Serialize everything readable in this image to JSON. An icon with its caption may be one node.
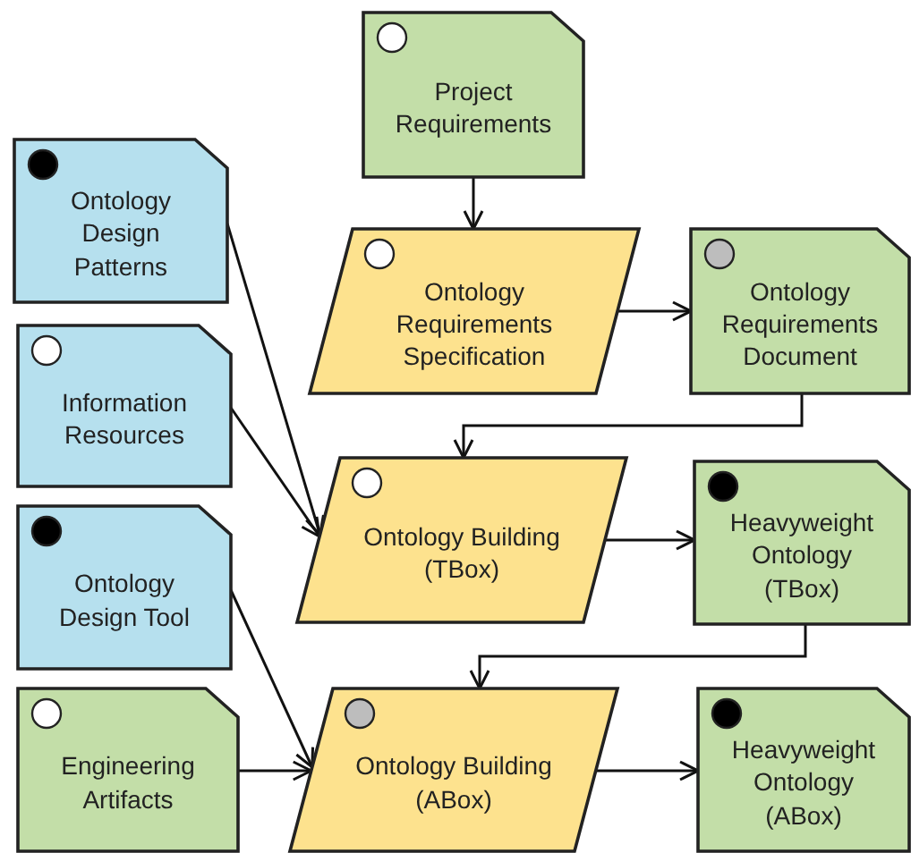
{
  "diagram": {
    "nodes": [
      {
        "text": [
          "Project Requirements"
        ]
      },
      {
        "text": [
          "Ontology Requirements Specification"
        ]
      },
      {
        "text": [
          "Ontology Requirements Document"
        ]
      },
      {
        "text": [
          "Ontology Design Patterns"
        ]
      },
      {
        "text": [
          "Information Resources"
        ]
      },
      {
        "text": [
          "Ontology Building (TBox)"
        ]
      },
      {
        "text": [
          "Heavyweight Ontology (TBox)"
        ]
      },
      {
        "text": [
          "Ontology Design Tool"
        ]
      },
      {
        "text": [
          "Engineering Artifacts"
        ]
      },
      {
        "text": [
          "Ontology Building (ABox)"
        ]
      },
      {
        "text": [
          "Heavyweight Ontology (ABox)"
        ]
      }
    ],
    "edges": [
      {
        "from": 0,
        "to": 1,
        "arrow": "to"
      },
      {
        "from": 1,
        "to": 2,
        "arrow": "to"
      },
      {
        "from": 2,
        "to": 5,
        "arrow": "to"
      },
      {
        "from": 3,
        "to": 5,
        "arrow": "to"
      },
      {
        "from": 4,
        "to": 5,
        "arrow": "to"
      },
      {
        "from": 5,
        "to": 6,
        "arrow": "to"
      },
      {
        "from": 6,
        "to": 9,
        "arrow": "to"
      },
      {
        "from": 7,
        "to": 9,
        "arrow": "to"
      },
      {
        "from": 8,
        "to": 9,
        "arrow": "to"
      },
      {
        "from": 9,
        "to": 10,
        "arrow": "to"
      }
    ]
  }
}
